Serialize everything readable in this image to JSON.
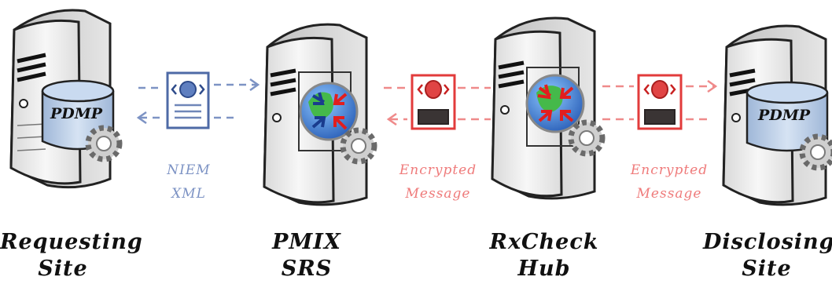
{
  "colors": {
    "blue_message": "#6f86b8",
    "red_message": "#ef7b7b",
    "server_body": "#eeeeee",
    "label_text": "#111111"
  },
  "nodes": [
    {
      "line1": "Requesting",
      "line2": "Site",
      "database_label": "PDMP"
    },
    {
      "line1": "PMIX",
      "line2": "SRS"
    },
    {
      "line1": "RxCheck",
      "line2": "Hub"
    },
    {
      "line1": "Disclosing",
      "line2": "Site",
      "database_label": "PDMP"
    }
  ],
  "messages": [
    {
      "line1": "NIEM",
      "line2": "XML"
    },
    {
      "line1": "Encrypted",
      "line2": "Message"
    },
    {
      "line1": "Encrypted",
      "line2": "Message"
    }
  ],
  "icons": {
    "server": "server-icon",
    "database": "database-icon",
    "gear": "gear-icon",
    "document": "xml-document-icon",
    "encrypted": "encrypted-message-icon",
    "router": "router-icon"
  }
}
